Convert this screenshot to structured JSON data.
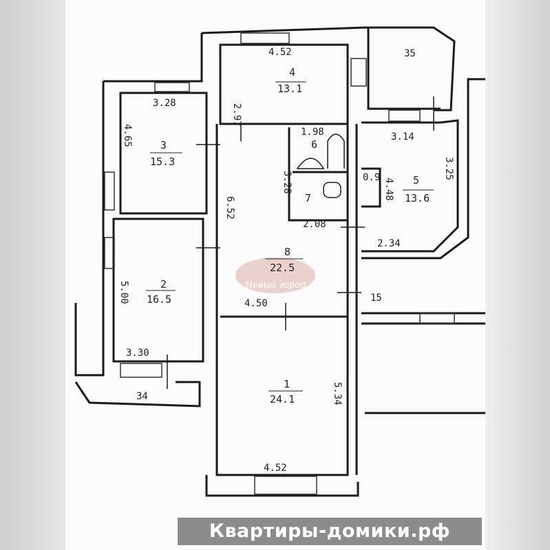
{
  "plan": {
    "rooms": [
      {
        "number": "1",
        "area": "24.1"
      },
      {
        "number": "2",
        "area": "16.5"
      },
      {
        "number": "3",
        "area": "15.3"
      },
      {
        "number": "4",
        "area": "13.1"
      },
      {
        "number": "5",
        "area": "13.6"
      },
      {
        "number": "6",
        "area": ""
      },
      {
        "number": "7",
        "area": ""
      },
      {
        "number": "8",
        "area": "22.5"
      }
    ],
    "dimensions": {
      "room4_width": "4.52",
      "room4_height": "2.97",
      "room3_width": "3.28",
      "room3_height": "4.65",
      "room5_width": "3.14",
      "room5_height": "3.25",
      "room5_inner": "4.48",
      "closet": "0.9",
      "bath_width": "1.98",
      "bath_height": "3.28",
      "hall_length": "6.52",
      "hall_width": "2.08",
      "hall_bottom": "4.50",
      "corner": "2.34",
      "room2_height": "5.00",
      "room2_width": "3.30",
      "room1_height": "5.34",
      "room1_width": "4.52",
      "balcony_top": "35",
      "balcony_bottom": "34",
      "side_label": "15"
    },
    "watermark": "Новый город"
  },
  "banner": {
    "text": "Квартиры-домики.рф"
  }
}
